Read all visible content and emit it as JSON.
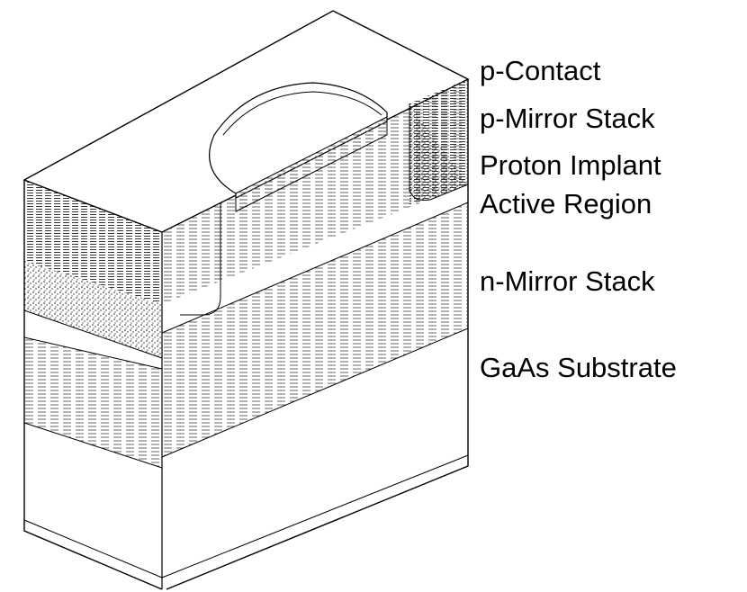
{
  "labels": {
    "p_contact": "p-Contact",
    "p_mirror_stack": "p-Mirror Stack",
    "proton_implant": "Proton Implant",
    "active_region": "Active Region",
    "n_mirror_stack": "n-Mirror Stack",
    "gaas_substrate": "GaAs Substrate"
  }
}
